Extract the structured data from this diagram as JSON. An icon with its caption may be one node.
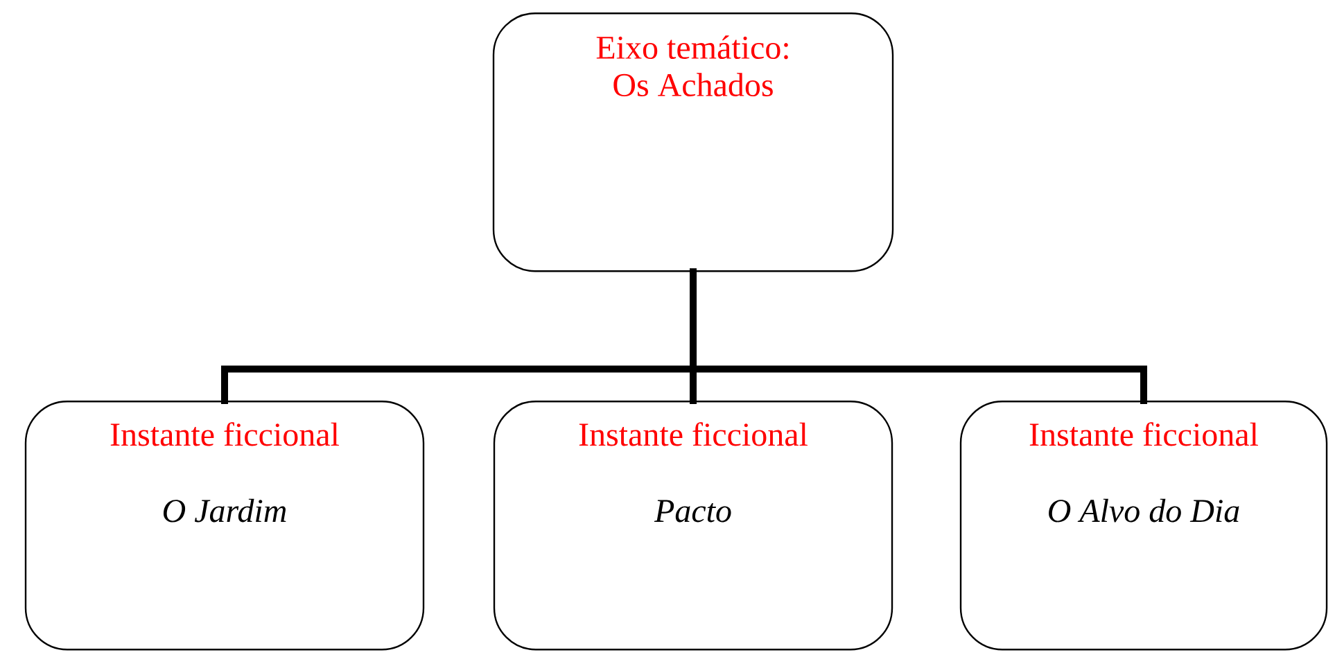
{
  "diagram": {
    "nodes": [
      {
        "text": [
          "Eixo temático: Os Achados"
        ]
      },
      {
        "text": [
          "Instante ficcional",
          "O Jardim"
        ]
      },
      {
        "text": [
          "Instante ficcional",
          "Pacto"
        ]
      },
      {
        "text": [
          "Instante ficcional",
          "O Alvo do Dia"
        ]
      }
    ],
    "edges": [
      {
        "from": 0,
        "to": 1,
        "arrow": "none"
      },
      {
        "from": 0,
        "to": 2,
        "arrow": "none"
      },
      {
        "from": 0,
        "to": 3,
        "arrow": "none"
      }
    ]
  }
}
